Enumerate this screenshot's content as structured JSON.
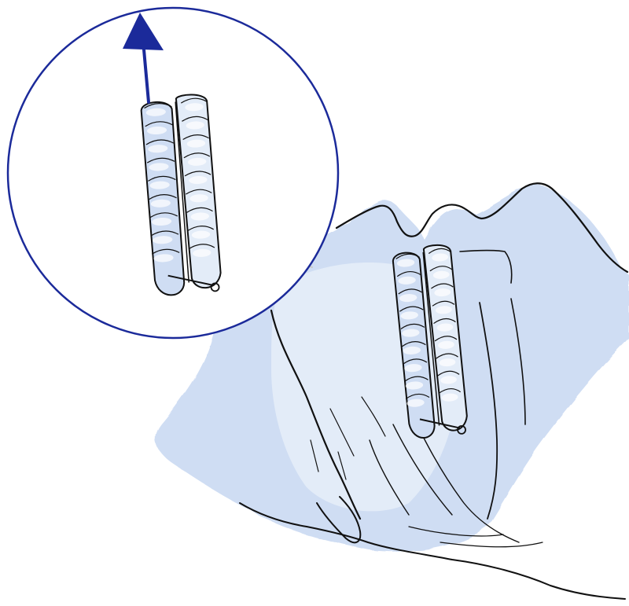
{
  "illustration": {
    "subject": "medical-illustration-mouthguard-removal",
    "colors": {
      "ink": "#111111",
      "wash": "#cfddf3",
      "wash_light": "#e3ecf8",
      "callout": "#1b2a9a",
      "connector": "#c8c8c8"
    },
    "parts": [
      {
        "id": "face-profile",
        "icon": "face-silhouette"
      },
      {
        "id": "mouthguard-in-mouth",
        "icon": "dental-appliance"
      },
      {
        "id": "zoom-callout",
        "icon": "magnify-circle"
      },
      {
        "id": "removal-arrow",
        "icon": "arrow-up-icon"
      }
    ]
  }
}
